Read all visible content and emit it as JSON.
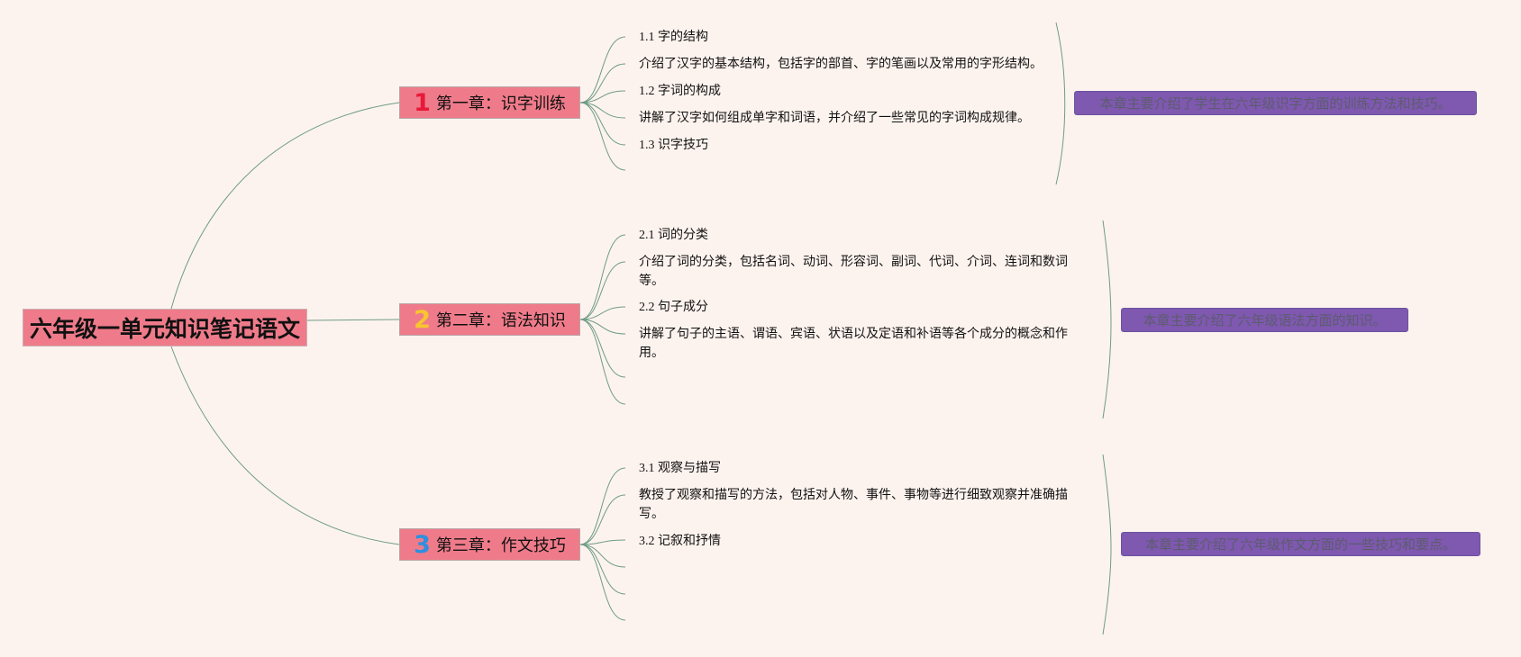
{
  "colors": {
    "background": "#fdf3ee",
    "node_fill": "#ef7b8a",
    "summary_fill": "#7f58b0",
    "summary_text": "#5c5c6e",
    "line": "#6e9c83",
    "num1": "#e8193a",
    "num2": "#f8c52f",
    "num3": "#2e8fe0"
  },
  "root": {
    "title": "六年级一单元知识笔记语文"
  },
  "chapters": [
    {
      "number": "1",
      "title": "第一章：识字训练",
      "items": [
        "1.1 字的结构",
        "介绍了汉字的基本结构，包括字的部首、字的笔画以及常用的字形结构。",
        "1.2 字词的构成",
        "讲解了汉字如何组成单字和词语，并介绍了一些常见的字词构成规律。",
        "1.3 识字技巧"
      ],
      "summary": "本章主要介绍了学生在六年级识字方面的训练方法和技巧。"
    },
    {
      "number": "2",
      "title": "第二章：语法知识",
      "items": [
        "2.1 词的分类",
        "介绍了词的分类，包括名词、动词、形容词、副词、代词、介词、连词和数词等。",
        "2.2 句子成分",
        "讲解了句子的主语、谓语、宾语、状语以及定语和补语等各个成分的概念和作用。"
      ],
      "summary": "本章主要介绍了六年级语法方面的知识。"
    },
    {
      "number": "3",
      "title": "第三章：作文技巧",
      "items": [
        "3.1 观察与描写",
        "教授了观察和描写的方法，包括对人物、事件、事物等进行细致观察并准确描写。",
        "3.2 记叙和抒情"
      ],
      "summary": "本章主要介绍了六年级作文方面的一些技巧和要点。"
    }
  ]
}
